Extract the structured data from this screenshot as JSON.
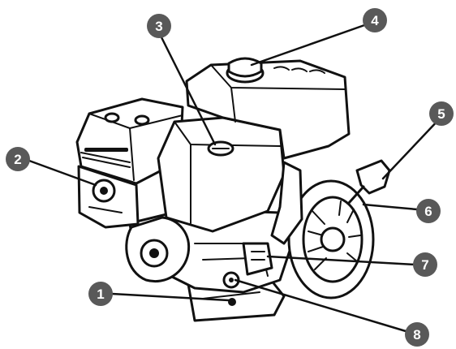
{
  "diagram": {
    "callouts": [
      {
        "id": "callout-1",
        "label": "1"
      },
      {
        "id": "callout-2",
        "label": "2"
      },
      {
        "id": "callout-3",
        "label": "3"
      },
      {
        "id": "callout-4",
        "label": "4"
      },
      {
        "id": "callout-5",
        "label": "5"
      },
      {
        "id": "callout-6",
        "label": "6"
      },
      {
        "id": "callout-7",
        "label": "7"
      },
      {
        "id": "callout-8",
        "label": "8"
      }
    ],
    "colors": {
      "badge": "#595959",
      "line": "#111111",
      "background": "#ffffff"
    }
  }
}
